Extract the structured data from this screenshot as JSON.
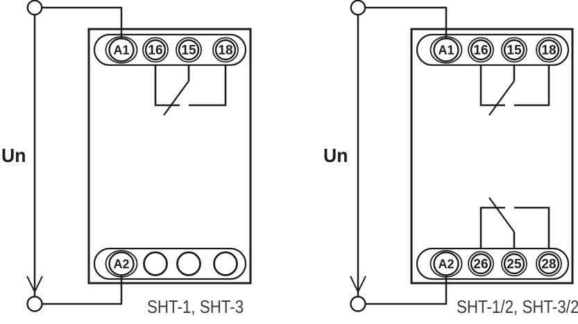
{
  "colors": {
    "background": "#ffffff",
    "line": "#1c1c1a",
    "caption": "#3a3a39"
  },
  "left": {
    "voltage_label": "Un",
    "caption": "SHT-1, SHT-3",
    "top_terminals": [
      "A1",
      "16",
      "15",
      "18"
    ],
    "bottom_terminals": [
      "A2"
    ]
  },
  "right": {
    "voltage_label": "Un",
    "caption": "SHT-1/2, SHT-3/2",
    "top_terminals": [
      "A1",
      "16",
      "15",
      "18"
    ],
    "bottom_terminals": [
      "A2",
      "26",
      "25",
      "28"
    ]
  }
}
